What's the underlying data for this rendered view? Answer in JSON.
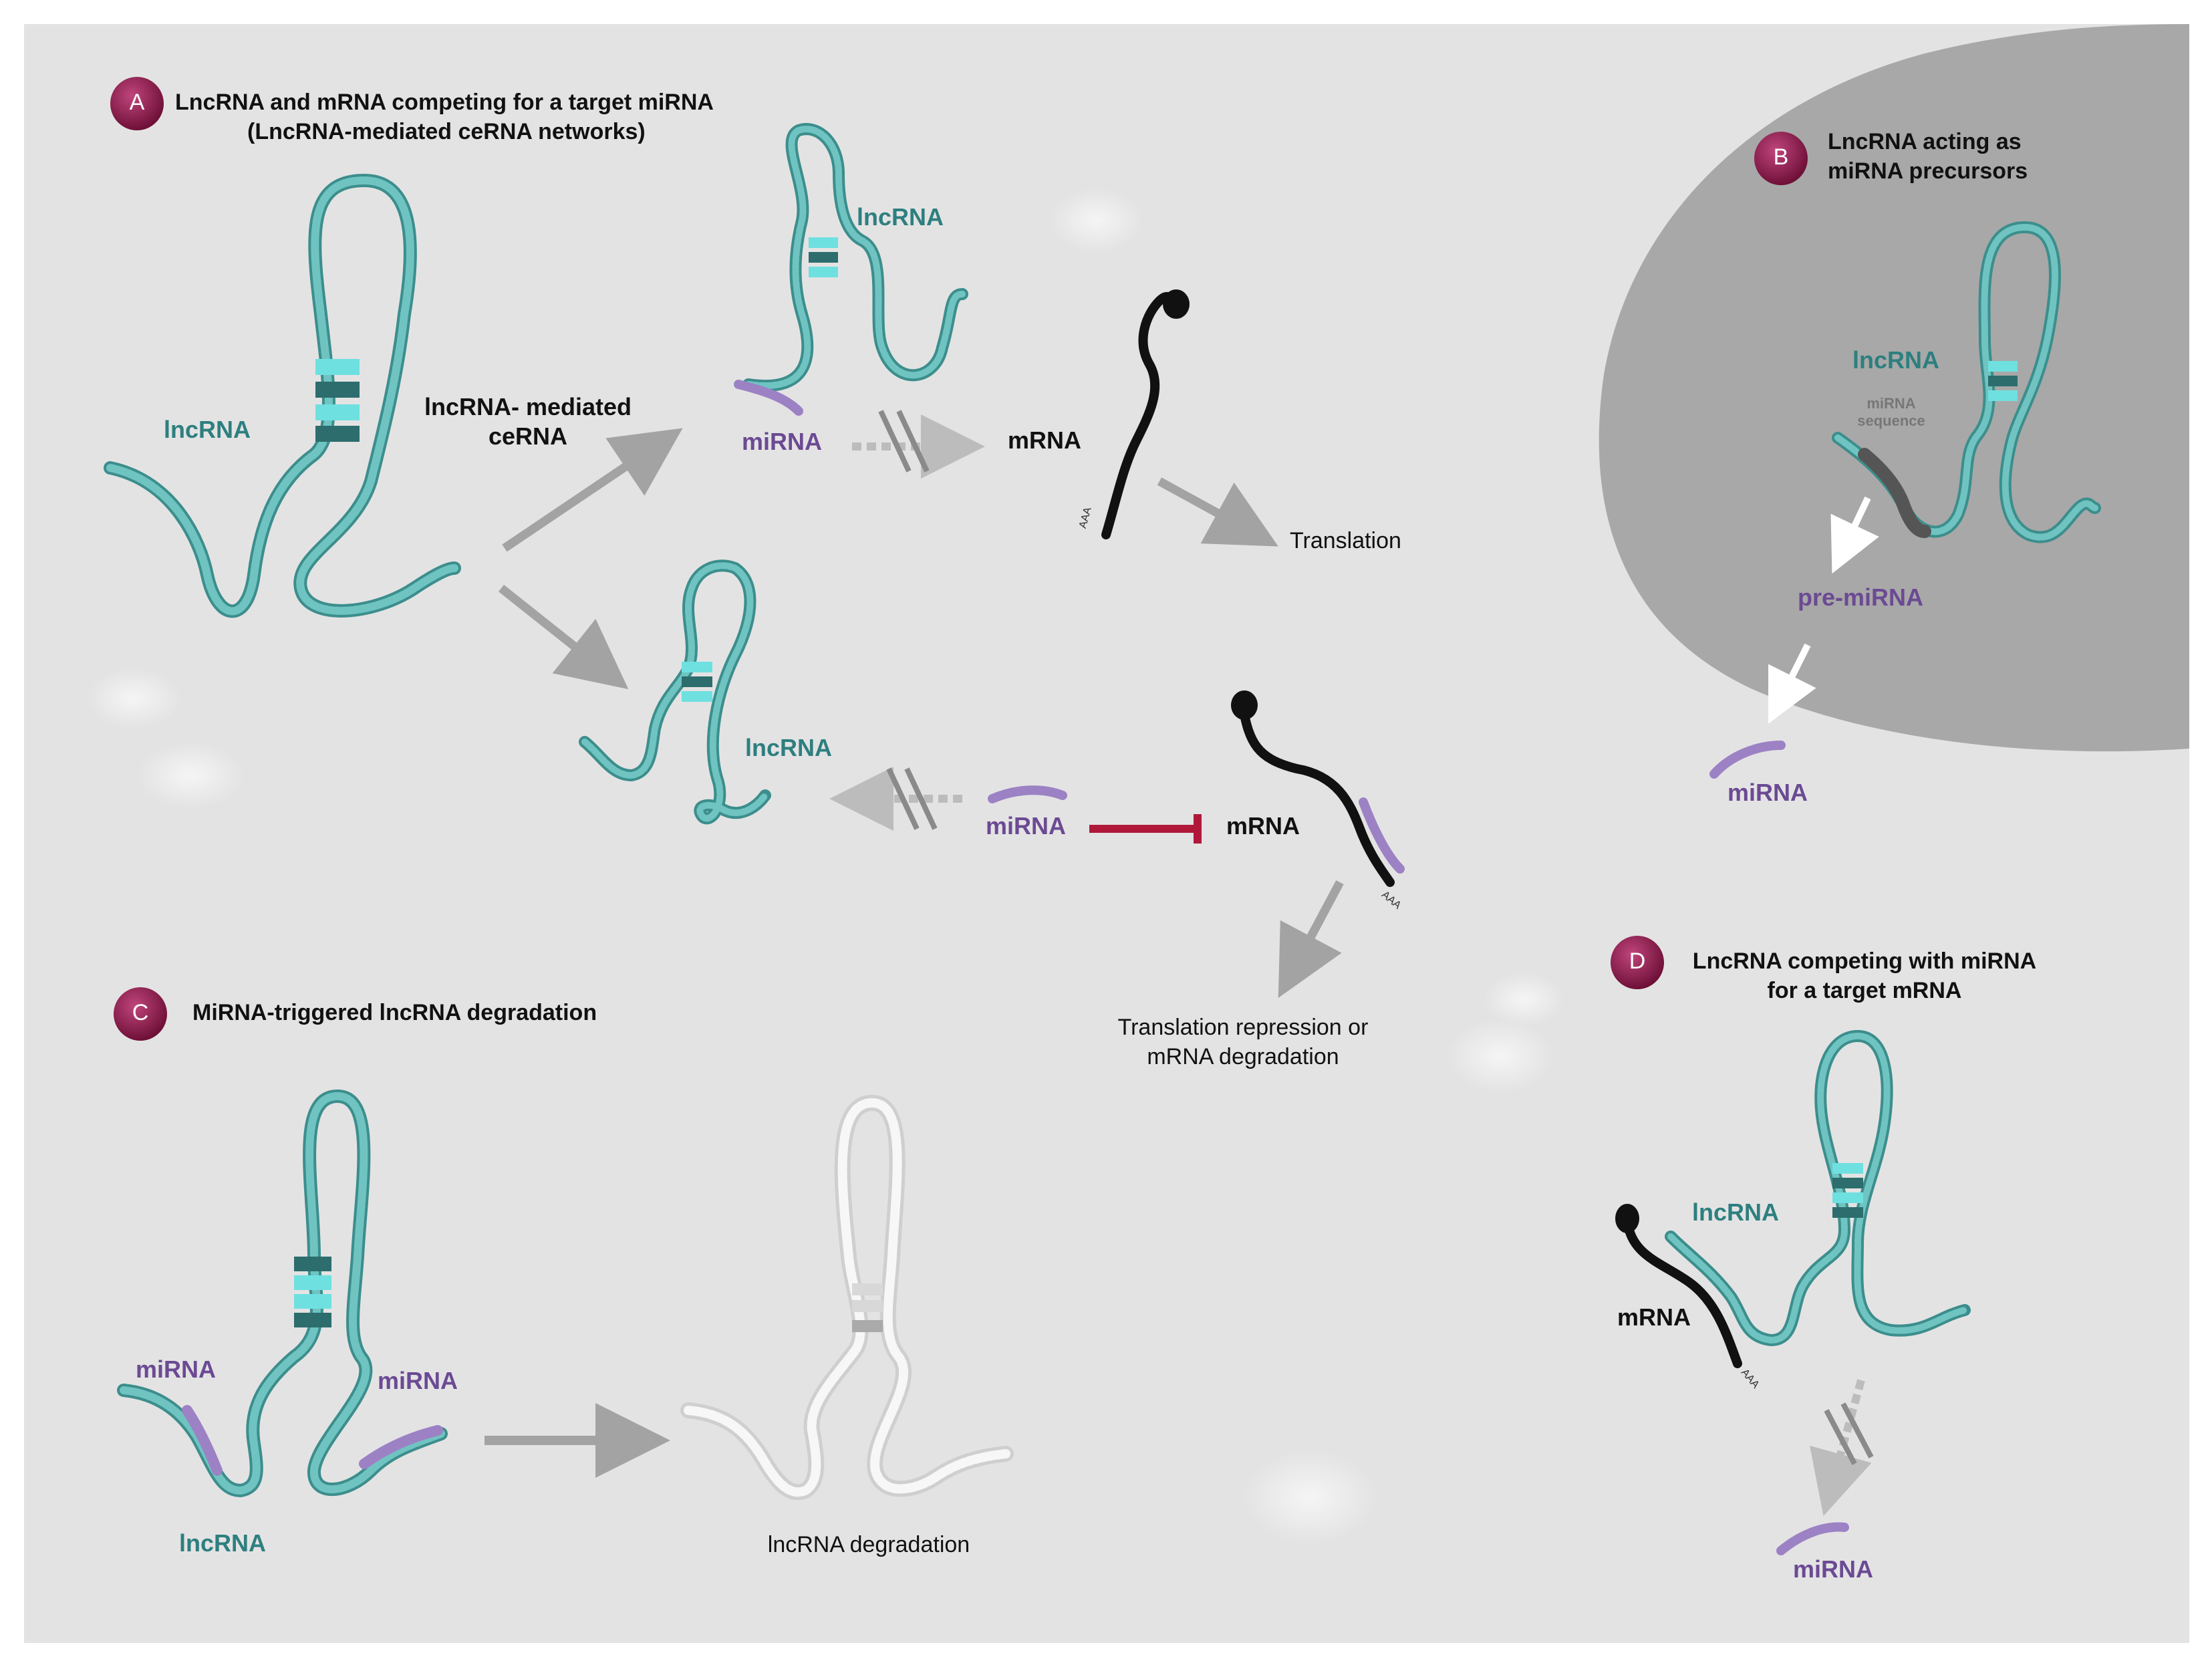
{
  "panel_a": {
    "badge": "A",
    "title_line1": "LncRNA and mRNA competing for a target miRNA",
    "title_line2": "(LncRNA-mediated ceRNA networks)",
    "lncrna_main": "lncRNA",
    "mediated_line1": "lncRNA- mediated",
    "mediated_line2": "ceRNA",
    "top_lncrna": "lncRNA",
    "top_mirna": "miRNA",
    "top_mrna": "mRNA",
    "top_polya": "AAA",
    "translation": "Translation",
    "mid_lncrna": "lncRNA",
    "mid_mirna": "miRNA",
    "mid_mrna": "mRNA",
    "mid_polya": "AAA",
    "repression_line1": "Translation repression or",
    "repression_line2": "mRNA degradation"
  },
  "panel_b": {
    "badge": "B",
    "title_line1": "LncRNA acting as",
    "title_line2": "miRNA precursors",
    "lncrna": "lncRNA",
    "seq_line1": "miRNA",
    "seq_line2": "sequence",
    "pre_mirna": "pre-miRNA",
    "mirna": "miRNA"
  },
  "panel_c": {
    "badge": "C",
    "title": "MiRNA-triggered lncRNA degradation",
    "mirna_left": "miRNA",
    "mirna_right": "miRNA",
    "lncrna": "lncRNA",
    "degradation": "lncRNA degradation"
  },
  "panel_d": {
    "badge": "D",
    "title_line1": "LncRNA competing with miRNA",
    "title_line2": "for a target mRNA",
    "lncrna": "lncRNA",
    "mrna": "mRNA",
    "polya": "AAA",
    "mirna": "miRNA"
  },
  "colors": {
    "background": "#e4e3e4",
    "nucleus": "#a8a8a8",
    "lncrna_strand": "#6fc4c2",
    "lncrna_edge": "#3c8e8c",
    "mirna_strand": "#9c82c4",
    "mrna_strand": "#111111",
    "badge": "#8b1d4e",
    "inhibit": "#b0183a",
    "arrow": "#a3a3a3"
  }
}
